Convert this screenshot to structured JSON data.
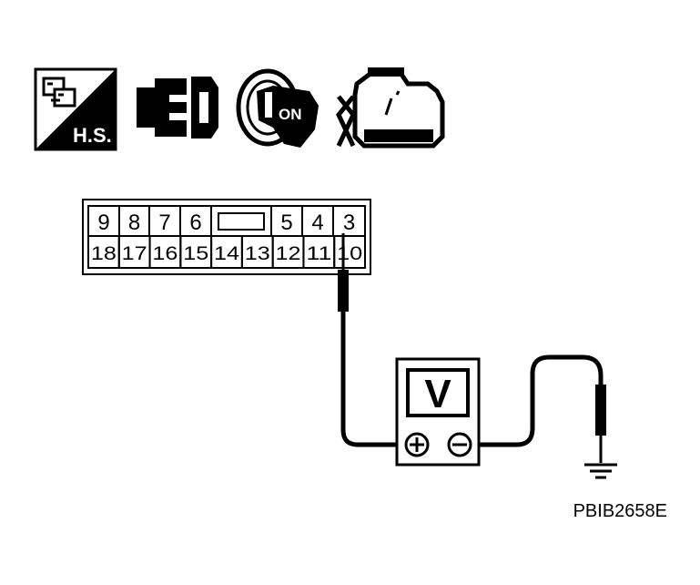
{
  "icons": {
    "harness_badge_text": "H.S.",
    "ignition_text": "ON"
  },
  "connector": {
    "top_row": [
      "9",
      "8",
      "7",
      "6",
      "",
      "5",
      "4",
      "3"
    ],
    "bottom_row": [
      "18",
      "17",
      "16",
      "15",
      "14",
      "13",
      "12",
      "11",
      "10"
    ]
  },
  "meter": {
    "display": "V",
    "positive_symbol": "+",
    "negative_symbol": "−"
  },
  "figure_code": "PBIB2658E"
}
